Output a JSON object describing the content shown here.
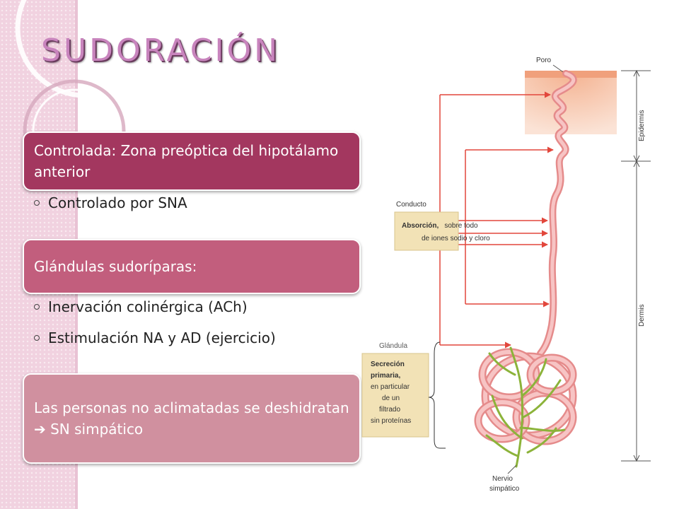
{
  "slide": {
    "title": "SUDORACIÓN",
    "box1_text": "Controlada: Zona preóptica del hipotálamo anterior",
    "bullet1": "Controlado por SNA",
    "box2_text": "Glándulas sudoríparas:",
    "bullet2": "Inervación colinérgica (ACh)",
    "bullet3": "Estimulación NA y AD (ejercicio)",
    "box3_text": "Las personas no aclimatadas se deshidratan  ➔ SN simpático"
  },
  "diagram": {
    "poro": "Poro",
    "epidermis": "Epidermis",
    "dermis": "Dermis",
    "conducto": "Conducto",
    "absorcion_bold": "Absorción,",
    "absorcion_rest": "sobre todo",
    "absorcion_line2": "de iones sodio y cloro",
    "glandula": "Glándula",
    "secrecion_line1": "Secreción",
    "secrecion_line2": "primaria,",
    "secrecion_line3": "en particular",
    "secrecion_line4": "de un",
    "secrecion_line5": "filtrado",
    "secrecion_line6": "sin proteínas",
    "nervio": "Nervio",
    "simpatico": "simpático"
  },
  "colors": {
    "box1": "#a3375f",
    "box2": "#c25e7d",
    "box3": "#d0909f",
    "title": "#c884bd",
    "arrow": "#e2473c",
    "gland": "#f2a2a2",
    "nerve": "#8cb33a"
  }
}
